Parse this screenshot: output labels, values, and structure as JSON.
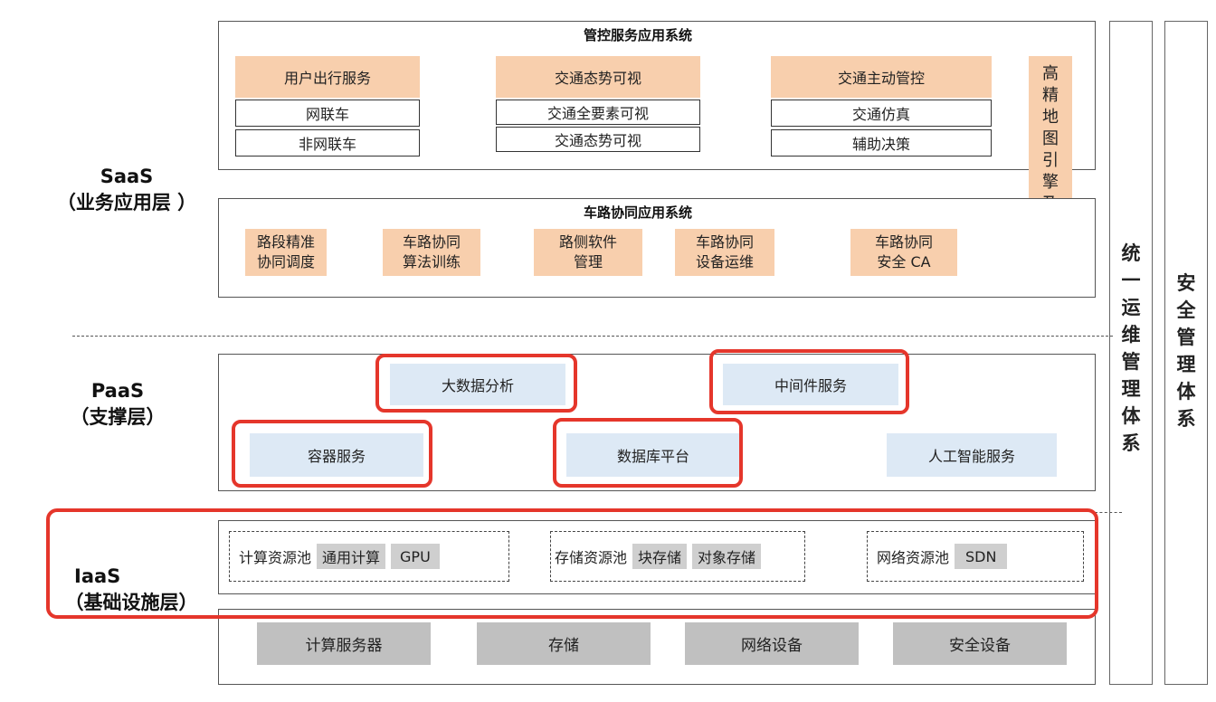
{
  "layers": {
    "saas": {
      "name": "SaaS",
      "sub": "（业务应用层 ）"
    },
    "paas": {
      "name": "PaaS",
      "sub": "（支撑层）"
    },
    "iaas": {
      "name": "IaaS",
      "sub": "（基础设施层）"
    }
  },
  "saas_control": {
    "title": "管控服务应用系统",
    "groups": [
      {
        "header": "用户出行服务",
        "items": [
          "网联车",
          "非网联车"
        ]
      },
      {
        "header": "交通态势可视",
        "items": [
          "交通全要素可视",
          "交通态势可视"
        ]
      },
      {
        "header": "交通主动管控",
        "items": [
          "交通仿真",
          "辅助决策"
        ]
      }
    ]
  },
  "hd_map": {
    "text": "高精地图引擎及服务"
  },
  "saas_v2x": {
    "title": "车路协同应用系统",
    "items": [
      {
        "line1": "路段精准",
        "line2": "协同调度"
      },
      {
        "line1": "车路协同",
        "line2": "算法训练"
      },
      {
        "line1": "路侧软件",
        "line2": "管理"
      },
      {
        "line1": "车路协同",
        "line2": "设备运维"
      },
      {
        "line1": "车路协同",
        "line2": "安全 CA"
      }
    ]
  },
  "paas": {
    "bigdata": "大数据分析",
    "middleware": "中间件服务",
    "container": "容器服务",
    "database": "数据库平台",
    "ai": "人工智能服务"
  },
  "iaas": {
    "compute_pool": {
      "label": "计算资源池",
      "chips": [
        "通用计算",
        "GPU"
      ]
    },
    "storage_pool": {
      "label": "存储资源池",
      "chips": [
        "块存储",
        "对象存储"
      ]
    },
    "network_pool": {
      "label": "网络资源池",
      "chips": [
        "SDN"
      ]
    },
    "hardware": [
      "计算服务器",
      "存储",
      "网络设备",
      "安全设备"
    ]
  },
  "side": {
    "ops": "统一运维管理体系",
    "security": "安全管理体系"
  },
  "colors": {
    "peach": "#f8cfad",
    "light_blue": "#dde9f5",
    "grey": "#c0c0c0",
    "highlight_red": "#e5362b"
  }
}
